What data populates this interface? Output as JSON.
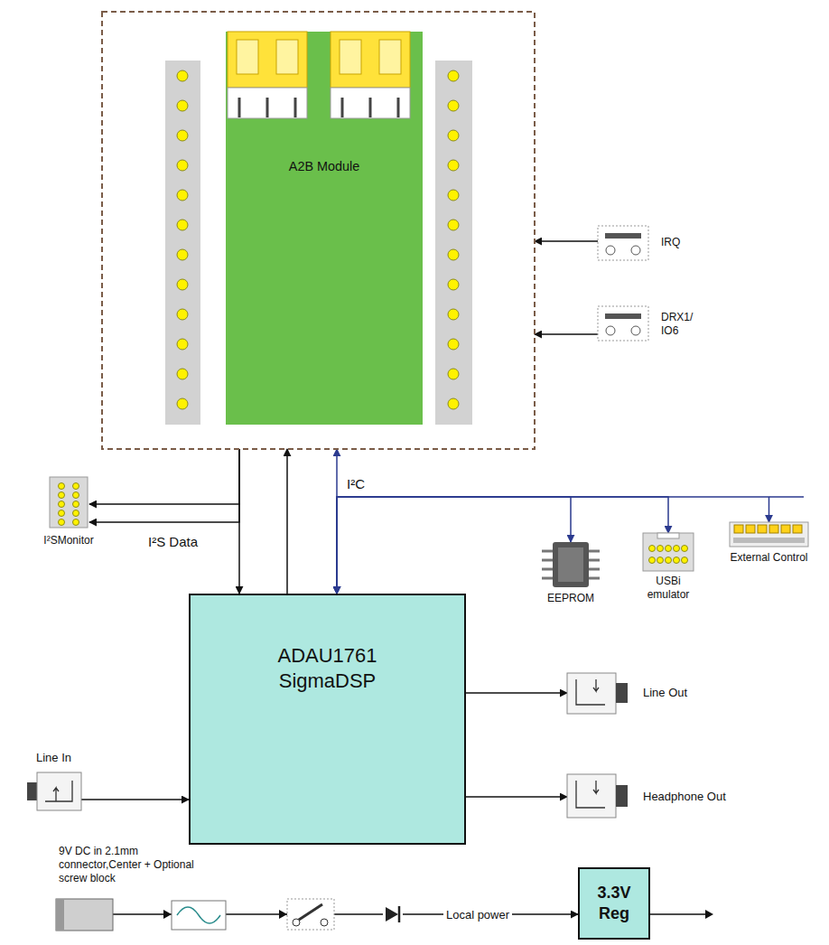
{
  "diagram": {
    "nodes": [
      {
        "text": [
          "A2B Module"
        ]
      },
      {
        "text": [
          "IRQ"
        ]
      },
      {
        "text": [
          "DRX1/ IO6"
        ]
      },
      {
        "text": [
          "I²SMonitor"
        ]
      },
      {
        "text": [
          "ADAU1761 SigmaDSP"
        ]
      },
      {
        "text": [
          "EEPROM"
        ]
      },
      {
        "text": [
          "USBi emulator"
        ]
      },
      {
        "text": [
          "External Control"
        ]
      },
      {
        "text": [
          "Line In"
        ]
      },
      {
        "text": [
          "Line Out"
        ]
      },
      {
        "text": [
          "Headphone Out"
        ]
      },
      {
        "text": [
          "9V DC in 2.1mm connector,Center + Optional screw block"
        ]
      },
      {
        "text": [
          "3.3V Reg"
        ]
      }
    ],
    "edges": [
      {
        "from": 0,
        "to": 4,
        "arrow": "to"
      },
      {
        "from": 4,
        "to": 0,
        "arrow": "to"
      },
      {
        "from": 0,
        "to": 3,
        "arrow": "to"
      },
      {
        "from": 0,
        "to": 3,
        "arrow": "to"
      },
      {
        "from": 4,
        "to": 0,
        "arrow": "both",
        "label": "I²C"
      },
      {
        "from": 4,
        "to": 5,
        "arrow": "both"
      },
      {
        "from": 4,
        "to": 6,
        "arrow": "both"
      },
      {
        "from": 4,
        "to": 7,
        "arrow": "both"
      },
      {
        "from": 8,
        "to": 4,
        "arrow": "to"
      },
      {
        "from": 4,
        "to": 9,
        "arrow": "to"
      },
      {
        "from": 4,
        "to": 10,
        "arrow": "to"
      },
      {
        "from": 1,
        "to": 0,
        "arrow": "to"
      },
      {
        "from": 2,
        "to": 0,
        "arrow": "to"
      },
      {
        "from": 11,
        "to": 12,
        "arrow": "to",
        "label": "Local power"
      }
    ],
    "labels": [
      "I²S Data"
    ]
  }
}
